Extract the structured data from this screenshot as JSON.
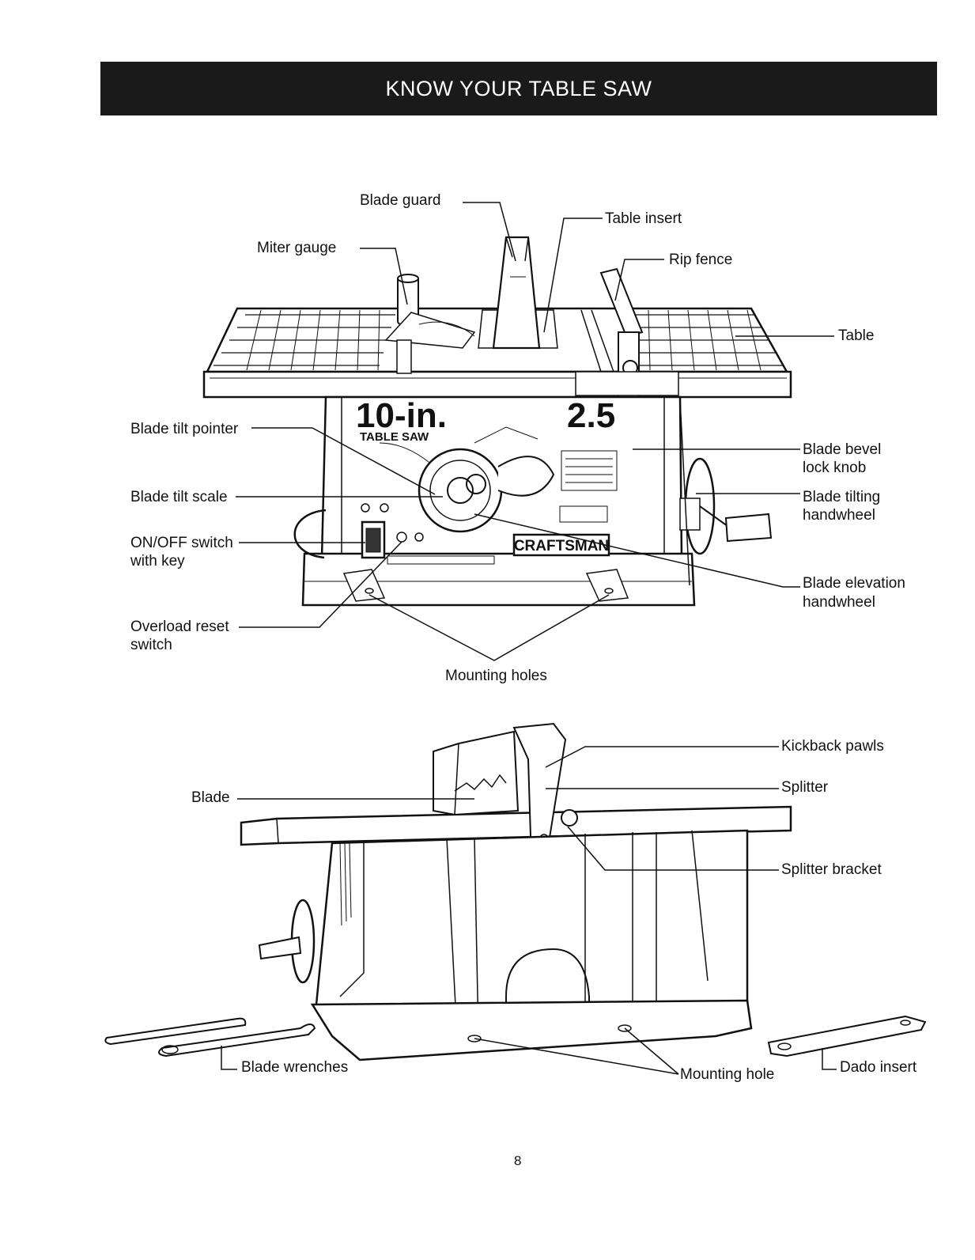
{
  "header": {
    "title": "KNOW YOUR TABLE SAW"
  },
  "saw_top": {
    "front_badge": "10-in.",
    "front_badge_sub": "TABLE SAW",
    "power_badge": "2.5",
    "brand": "CRAFTSMAN",
    "labels": {
      "blade_guard": "Blade guard",
      "table_insert": "Table insert",
      "miter_gauge": "Miter gauge",
      "rip_fence": "Rip fence",
      "table": "Table",
      "blade_tilt_pointer": "Blade tilt pointer",
      "blade_bevel_lock_knob_1": "Blade bevel",
      "blade_bevel_lock_knob_2": "lock knob",
      "blade_tilt_scale": "Blade tilt scale",
      "blade_tilting_handwheel_1": "Blade tilting",
      "blade_tilting_handwheel_2": "handwheel",
      "on_off_switch_1": "ON/OFF switch",
      "on_off_switch_2": "with key",
      "blade_elevation_handwheel_1": "Blade elevation",
      "blade_elevation_handwheel_2": "handwheel",
      "overload_reset_1": "Overload reset",
      "overload_reset_2": "switch",
      "mounting_holes": "Mounting holes"
    }
  },
  "saw_side": {
    "labels": {
      "kickback_pawls": "Kickback pawls",
      "splitter": "Splitter",
      "blade": "Blade",
      "splitter_bracket": "Splitter bracket",
      "blade_wrenches": "Blade wrenches",
      "mounting_hole": "Mounting hole",
      "dado_insert": "Dado insert"
    }
  },
  "footer": {
    "page_number": "8"
  }
}
